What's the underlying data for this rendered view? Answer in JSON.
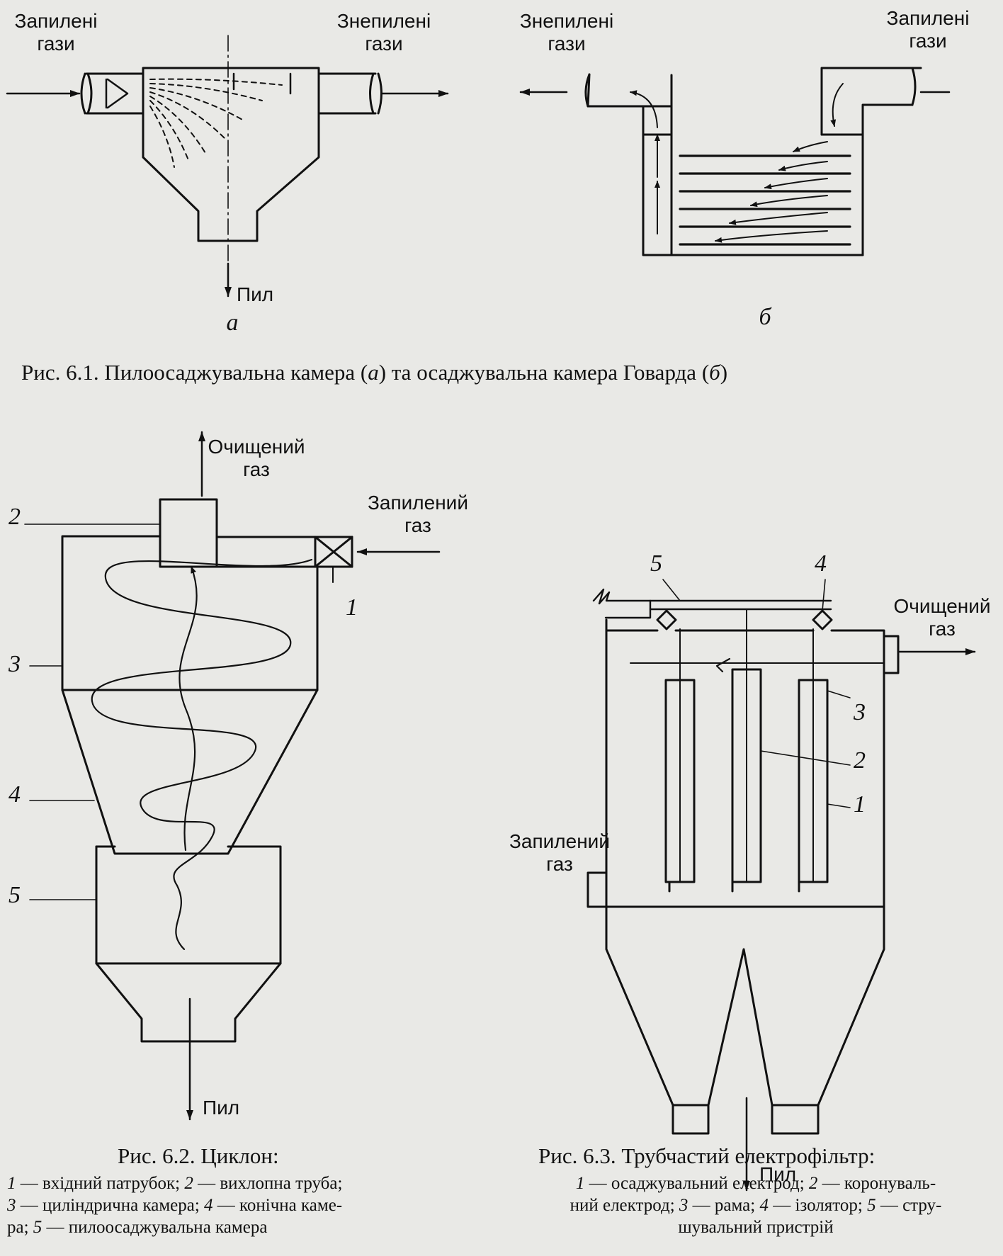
{
  "fig1": {
    "a_inlet": "Запилені\nгази",
    "a_outlet": "Знепилені\nгази",
    "a_dust": "Пил",
    "a_letter": "а",
    "b_outlet": "Знепилені\nгази",
    "b_inlet": "Запилені\nгази",
    "b_letter": "б",
    "caption_prefix": "Рис. 6.1. Пилоосаджувальна камера (",
    "caption_a": "а",
    "caption_mid": ") та осаджувальна камера Говарда (",
    "caption_b": "б",
    "caption_suffix": ")"
  },
  "fig2": {
    "clean_gas": "Очищений\nгаз",
    "dusty_gas": "Запилений\nгаз",
    "dust": "Пил",
    "numbers": [
      "2",
      "1",
      "3",
      "4",
      "5"
    ],
    "caption": "Рис. 6.2. Циклон:",
    "legend": [
      {
        "n": "1",
        "t": " — вхідний патрубок; "
      },
      {
        "n": "2",
        "t": " — вихлопна труба;"
      },
      {
        "n": "3",
        "t": " — циліндрична камера; "
      },
      {
        "n": "4",
        "t": " — конічна каме-"
      },
      {
        "t": "ра; "
      },
      {
        "n": "5",
        "t": " — пилоосаджувальна камера"
      }
    ]
  },
  "fig3": {
    "clean_gas": "Очищений\nгаз",
    "dusty_gas": "Запилений\nгаз",
    "dust": "Пил",
    "numbers": [
      "5",
      "4",
      "3",
      "2",
      "1"
    ],
    "caption": "Рис. 6.3. Трубчастий електрофільтр:",
    "legend": [
      {
        "n": "1",
        "t": " — осаджувальний електрод; "
      },
      {
        "n": "2",
        "t": " — коронуваль-"
      },
      {
        "t": "ний електрод; "
      },
      {
        "n": "3",
        "t": " — рама; "
      },
      {
        "n": "4",
        "t": " — ізолятор; "
      },
      {
        "n": "5",
        "t": " — стру-"
      },
      {
        "t": "шувальний пристрій"
      }
    ]
  },
  "colors": {
    "ink": "#111111",
    "paper": "#e9e9e6"
  }
}
